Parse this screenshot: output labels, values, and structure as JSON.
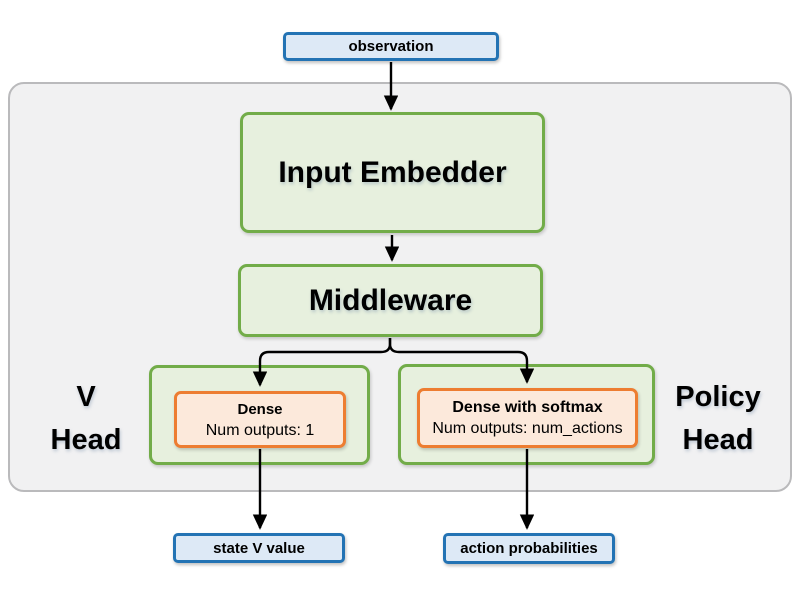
{
  "diagram": {
    "nodes": {
      "observation": "observation",
      "input_embedder": "Input Embedder",
      "middleware": "Middleware",
      "v_dense_title": "Dense",
      "v_dense_subtitle": "Num outputs: 1",
      "policy_dense_title": "Dense with softmax",
      "policy_dense_subtitle": "Num outputs: num_actions",
      "state_v_value": "state V value",
      "action_probabilities": "action probabilities"
    },
    "labels": {
      "v_head_line1": "V",
      "v_head_line2": "Head",
      "policy_head_line1": "Policy",
      "policy_head_line2": "Head"
    },
    "colors": {
      "io_fill": "#dde9f6",
      "io_border": "#2373b4",
      "green_fill": "#e7f0de",
      "green_border": "#72ac49",
      "orange_fill": "#fce9db",
      "orange_border": "#ed7d31",
      "container_fill": "#f1f1f2",
      "container_border": "#bababc",
      "arrow": "#000000"
    }
  }
}
